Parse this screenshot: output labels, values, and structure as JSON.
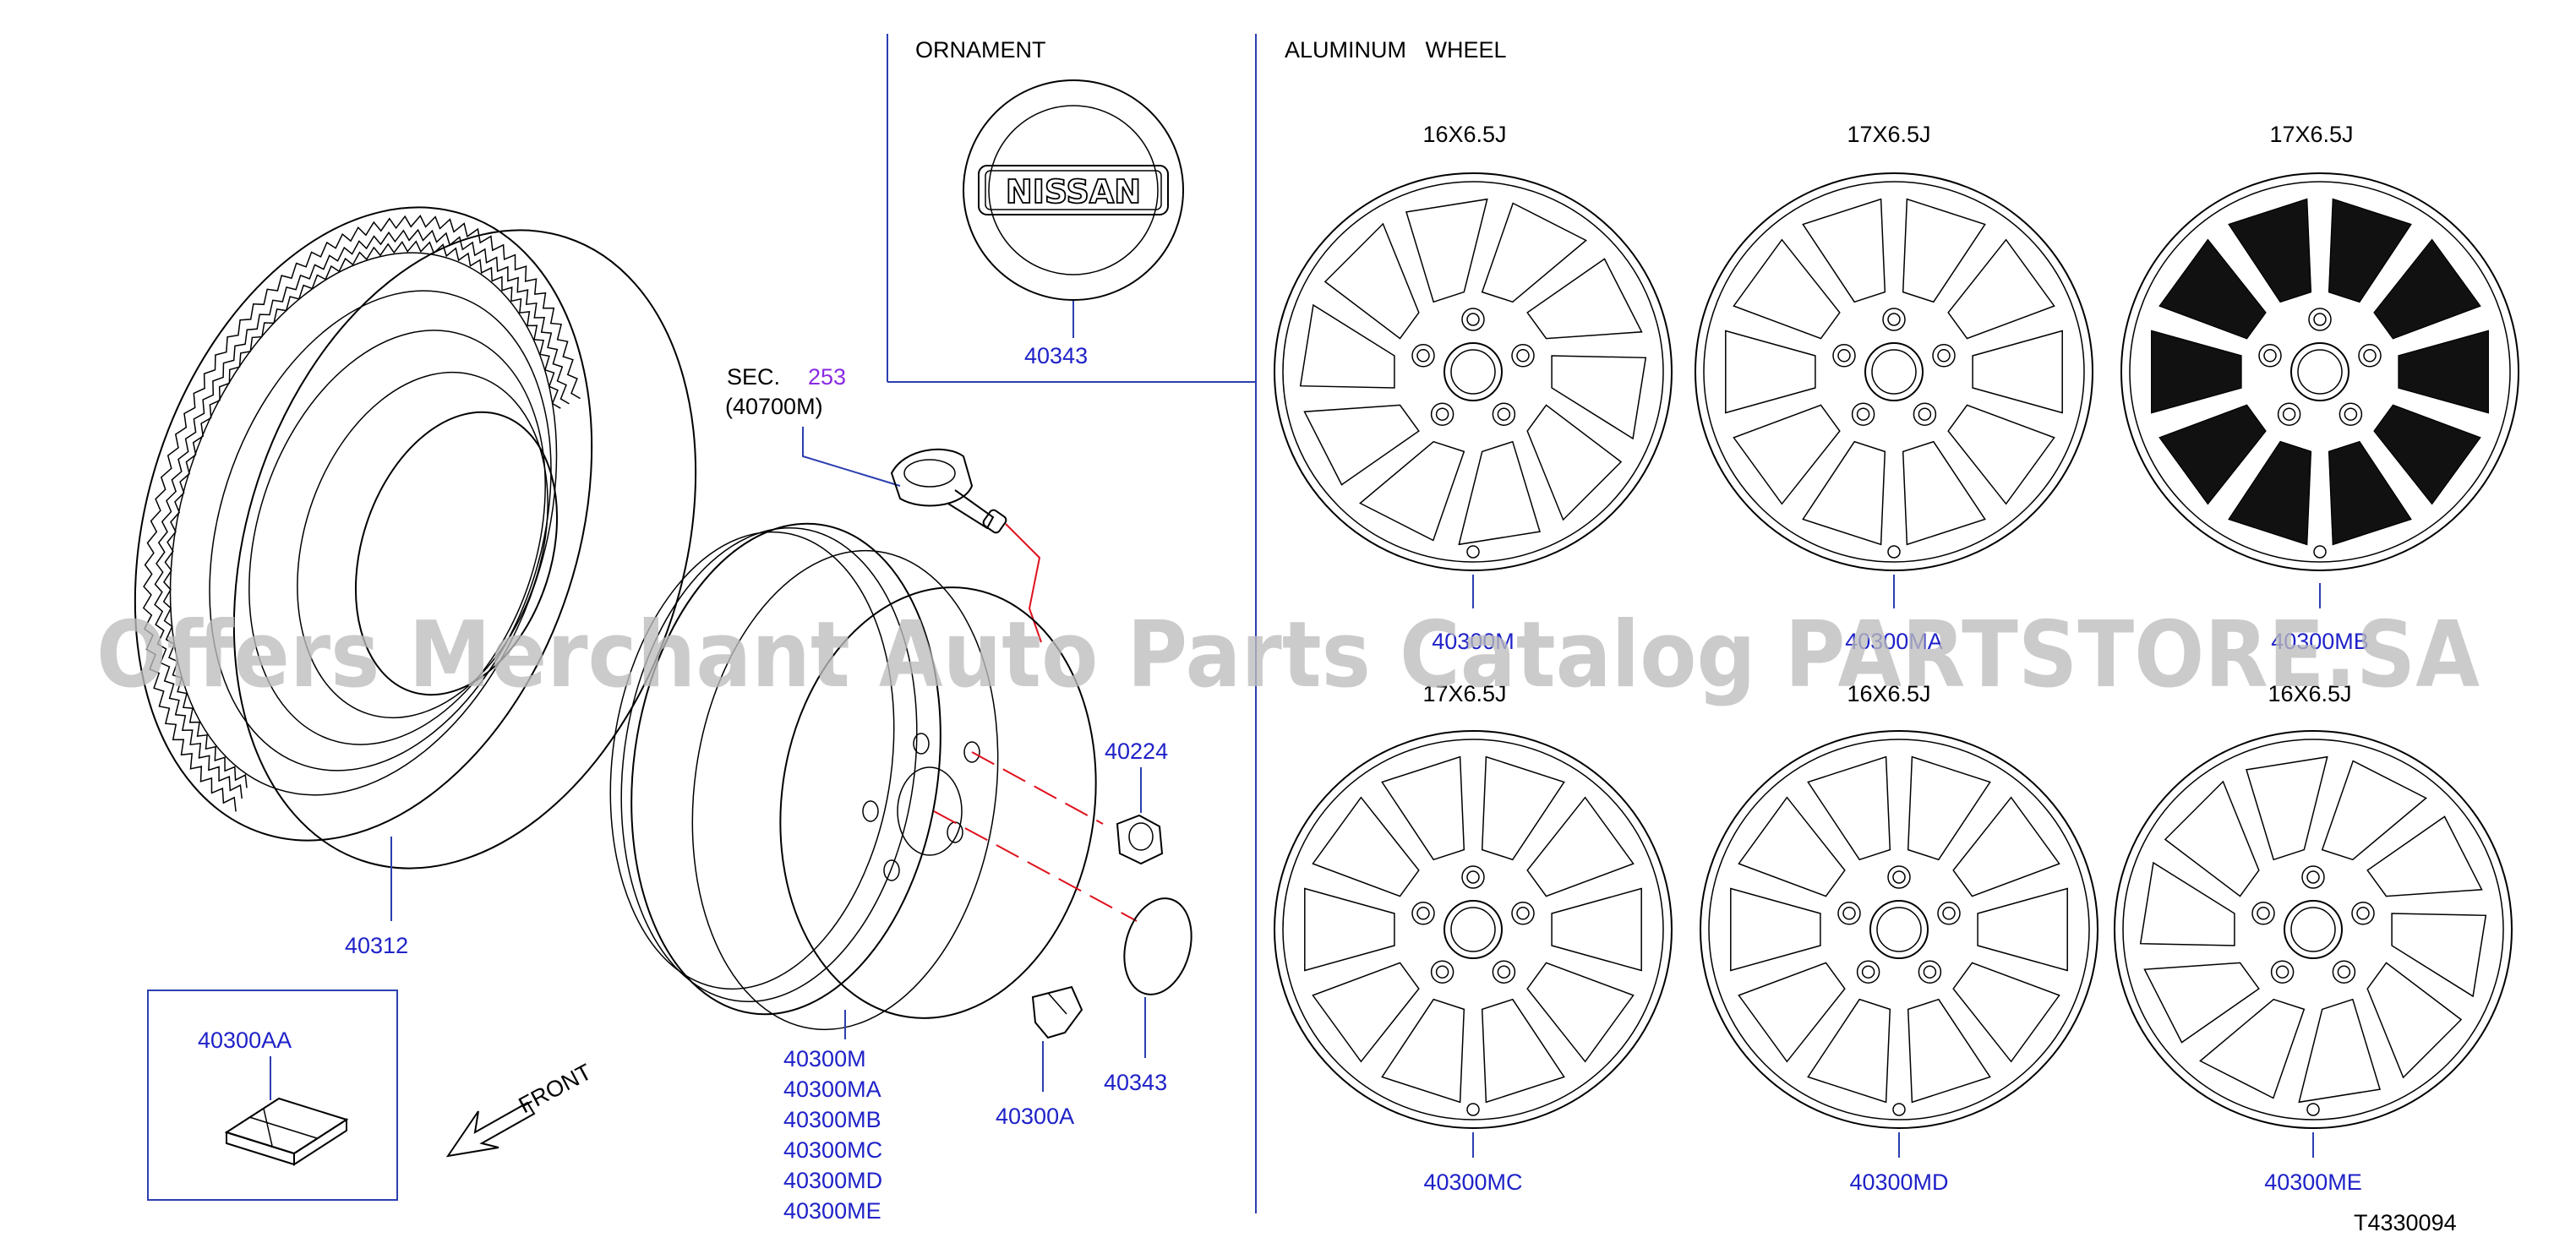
{
  "headings": {
    "ornament": "ORNAMENT",
    "aluminum_wheel": "ALUMINUM   WHEEL"
  },
  "sensor_ref": {
    "sec_prefix": "SEC.",
    "sec_number": "253",
    "part": "(40700M)"
  },
  "parts": {
    "tire": "40312",
    "ornament": "40343",
    "nut": "40224",
    "cap": "40343",
    "weight_clip": "40300A",
    "weight_kit": "40300AA",
    "steel_wheel": [
      "40300M",
      "40300MA",
      "40300MB",
      "40300MC",
      "40300MD",
      "40300ME"
    ]
  },
  "wheels": [
    {
      "size": "16X6.5J",
      "part": "40300M"
    },
    {
      "size": "17X6.5J",
      "part": "40300MA"
    },
    {
      "size": "17X6.5J",
      "part": "40300MB"
    },
    {
      "size": "17X6.5J",
      "part": "40300MC"
    },
    {
      "size": "16X6.5J",
      "part": "40300MD"
    },
    {
      "size": "16X6.5J",
      "part": "40300ME"
    }
  ],
  "ornament_text": "NISSAN",
  "front_label": "FRONT",
  "diagram_id": "T4330094",
  "watermark": "Offers Merchant Auto Parts Catalog PARTSTORE.SA",
  "colors": {
    "part_number": "#1f22c8",
    "section_ref": "#8a2be2",
    "guide_line": "#2b3fb0",
    "centerline": "#e0101c",
    "watermark": "#bdbdbd"
  }
}
